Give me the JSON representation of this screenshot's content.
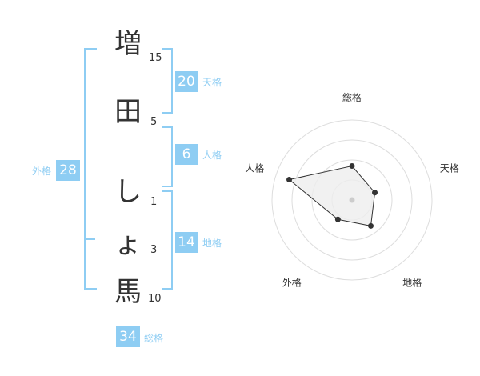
{
  "name": {
    "characters": [
      {
        "char": "増",
        "strokes": "15"
      },
      {
        "char": "田",
        "strokes": "5"
      },
      {
        "char": "し",
        "strokes": "1"
      },
      {
        "char": "ょ",
        "strokes": "3"
      },
      {
        "char": "馬",
        "strokes": "10"
      }
    ]
  },
  "fortune": {
    "tenkaku": {
      "value": "20",
      "label": "天格"
    },
    "jinkaku": {
      "value": "6",
      "label": "人格"
    },
    "chikaku": {
      "value": "14",
      "label": "地格"
    },
    "gaikaku": {
      "value": "28",
      "label": "外格"
    },
    "soukaku": {
      "value": "34",
      "label": "総格"
    }
  },
  "radar": {
    "axes": [
      "総格",
      "天格",
      "地格",
      "外格",
      "人格"
    ],
    "levels": 4,
    "values": [
      1.7,
      1.2,
      1.6,
      1.2,
      3.3
    ],
    "max": 4,
    "colors": {
      "grid": "#dddddd",
      "fill": "#eeeeee",
      "line": "#333333",
      "center": "#cccccc"
    }
  },
  "colors": {
    "accent": "#8ecdf3",
    "text": "#333333"
  }
}
